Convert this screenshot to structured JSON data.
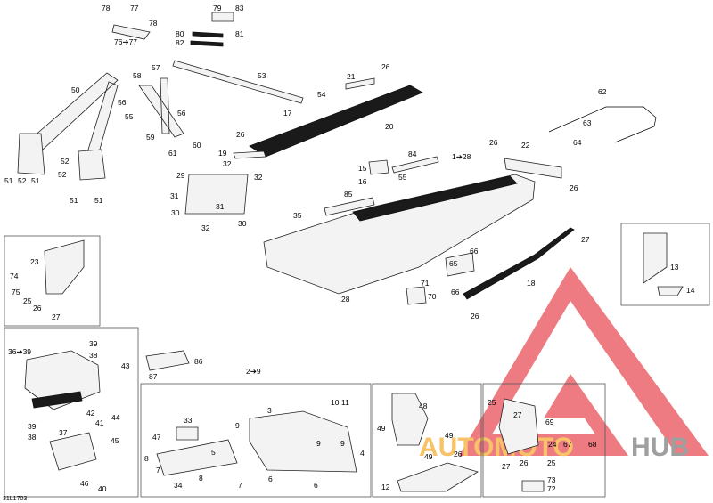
{
  "diagram_ref": "31L1703",
  "watermark": {
    "left": "AUTOMOTO",
    "right": "HUB",
    "accent": "#e3303a",
    "orange": "#f6b84e",
    "gray": "#8f8f8f"
  },
  "labels": {
    "l78a": "78",
    "l77": "77",
    "l78b": "78",
    "l76_77": "76➔77",
    "l79": "79",
    "l83": "83",
    "l80": "80",
    "l81": "81",
    "l82": "82",
    "l50": "50",
    "l58": "58",
    "l57": "57",
    "l53": "53",
    "l56a": "56",
    "l56b": "56",
    "l55": "55",
    "l59": "59",
    "l60": "60",
    "l61": "61",
    "l54": "54",
    "l17": "17",
    "l21": "21",
    "l26a": "26",
    "l20": "20",
    "l62": "62",
    "l63": "63",
    "l64": "64",
    "l26b": "26",
    "l22": "22",
    "l26c": "26",
    "l26d": "26",
    "l19": "19",
    "l32a": "32",
    "l29": "29",
    "l32b": "32",
    "l31a": "31",
    "l31b": "31",
    "l30a": "30",
    "l30b": "30",
    "l32c": "32",
    "l52a": "52",
    "l52b": "52",
    "l52c": "52",
    "l51a": "51",
    "l51b": "51",
    "l51c": "51",
    "l51d": "51",
    "l84": "84",
    "l1_28": "1➔28",
    "l15": "15",
    "l16": "16",
    "l55b": "55",
    "l85": "85",
    "l35": "35",
    "l27a": "27",
    "l66a": "66",
    "l65": "65",
    "l71": "71",
    "l70": "70",
    "l66b": "66",
    "l18": "18",
    "l28": "28",
    "l26e": "26",
    "l13": "13",
    "l14": "14",
    "l23": "23",
    "l74": "74",
    "l75": "75",
    "l25a": "25",
    "l26f": "26",
    "l27b": "27",
    "l36_39": "36➔39",
    "l39a": "39",
    "l38a": "38",
    "l43": "43",
    "l42": "42",
    "l44": "44",
    "l41": "41",
    "l39b": "39",
    "l38b": "38",
    "l37": "37",
    "l45": "45",
    "l46": "46",
    "l40": "40",
    "l86": "86",
    "l87": "87",
    "l2_9": "2➔9",
    "l33": "33",
    "l47": "47",
    "l5": "5",
    "l8a": "8",
    "l7a": "7",
    "l34": "34",
    "l8b": "8",
    "l7b": "7",
    "l3": "3",
    "l10": "10",
    "l11": "11",
    "l9a": "9",
    "l9b": "9",
    "l9c": "9",
    "l4": "4",
    "l6a": "6",
    "l6b": "6",
    "l48": "48",
    "l49a": "49",
    "l49b": "49",
    "l49c": "49",
    "l26g": "26",
    "l12": "12",
    "l25b": "25",
    "l27c": "27",
    "l69": "69",
    "l24": "24",
    "l67": "67",
    "l68": "68",
    "l27d": "27",
    "l26h": "26",
    "l25c": "25",
    "l73": "73",
    "l72": "72"
  }
}
